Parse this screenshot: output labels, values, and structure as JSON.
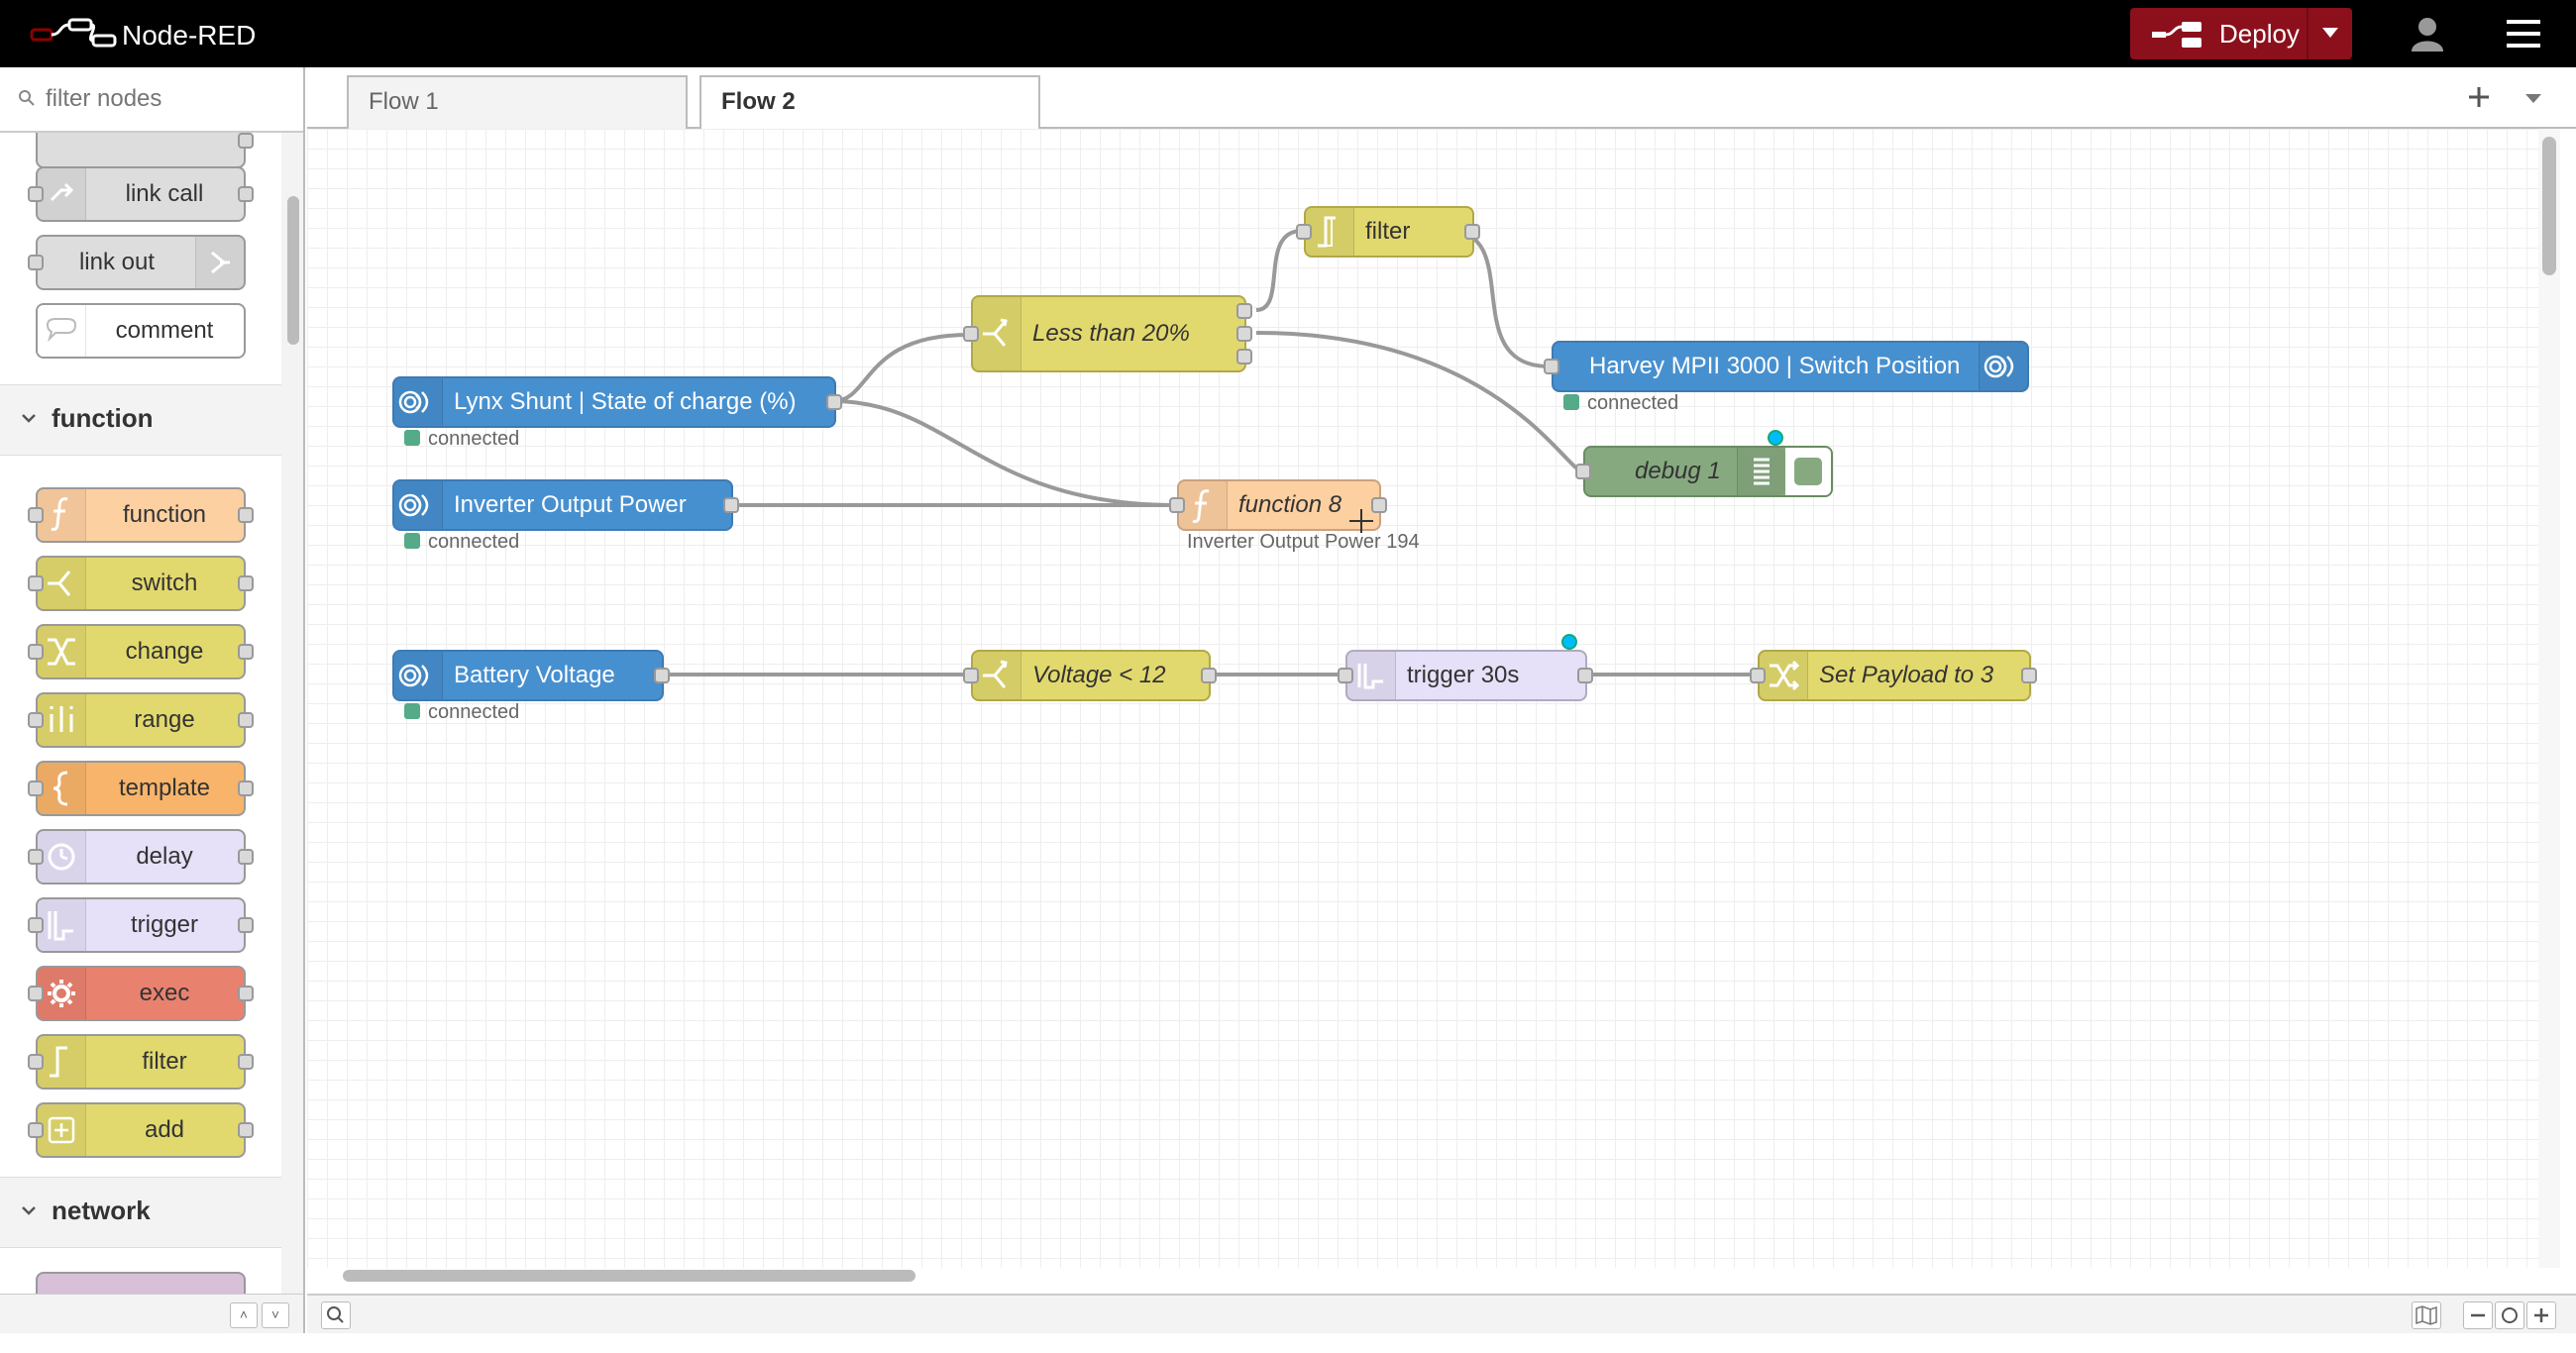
{
  "header": {
    "title": "Node-RED",
    "deploy_label": "Deploy"
  },
  "palette": {
    "search_placeholder": "filter nodes",
    "top_nodes": [
      {
        "label": "link call"
      },
      {
        "label": "link out"
      },
      {
        "label": "comment"
      }
    ],
    "categories": [
      {
        "label": "function"
      },
      {
        "label": "network"
      }
    ],
    "function_nodes": [
      {
        "label": "function",
        "color": "#fdd0a2"
      },
      {
        "label": "switch",
        "color": "#e2d96e"
      },
      {
        "label": "change",
        "color": "#e2d96e"
      },
      {
        "label": "range",
        "color": "#e2d96e"
      },
      {
        "label": "template",
        "color": "#f7b46a"
      },
      {
        "label": "delay",
        "color": "#e6e0f8"
      },
      {
        "label": "trigger",
        "color": "#e6e0f8"
      },
      {
        "label": "exec",
        "color": "#e9816f"
      },
      {
        "label": "filter",
        "color": "#e2d96e"
      },
      {
        "label": "add",
        "color": "#e2d96e"
      }
    ]
  },
  "tabs": [
    {
      "label": "Flow 1",
      "active": false
    },
    {
      "label": "Flow 2",
      "active": true
    }
  ],
  "flow": {
    "nodes": {
      "lynx": {
        "label": "Lynx Shunt | State of charge (%)",
        "status": "connected",
        "color": "#4790d0"
      },
      "inverter": {
        "label": "Inverter Output Power",
        "status": "connected",
        "color": "#4790d0"
      },
      "battery": {
        "label": "Battery Voltage",
        "status": "connected",
        "color": "#4790d0"
      },
      "less20": {
        "label": "Less than 20%",
        "color": "#e2d96e"
      },
      "filter": {
        "label": "filter",
        "color": "#e2d96e"
      },
      "harvey": {
        "label": "Harvey MPII 3000 | Switch Position",
        "status": "connected",
        "color": "#4790d0"
      },
      "debug": {
        "label": "debug 1",
        "color": "#87a980"
      },
      "function8": {
        "label": "function 8",
        "status": "Inverter Output Power 194",
        "color": "#fdd0a2"
      },
      "voltage": {
        "label": "Voltage < 12",
        "color": "#e2d96e"
      },
      "trigger": {
        "label": "trigger 30s",
        "color": "#e6e0f8"
      },
      "setpayload": {
        "label": "Set Payload to 3",
        "color": "#e2d96e"
      }
    }
  }
}
